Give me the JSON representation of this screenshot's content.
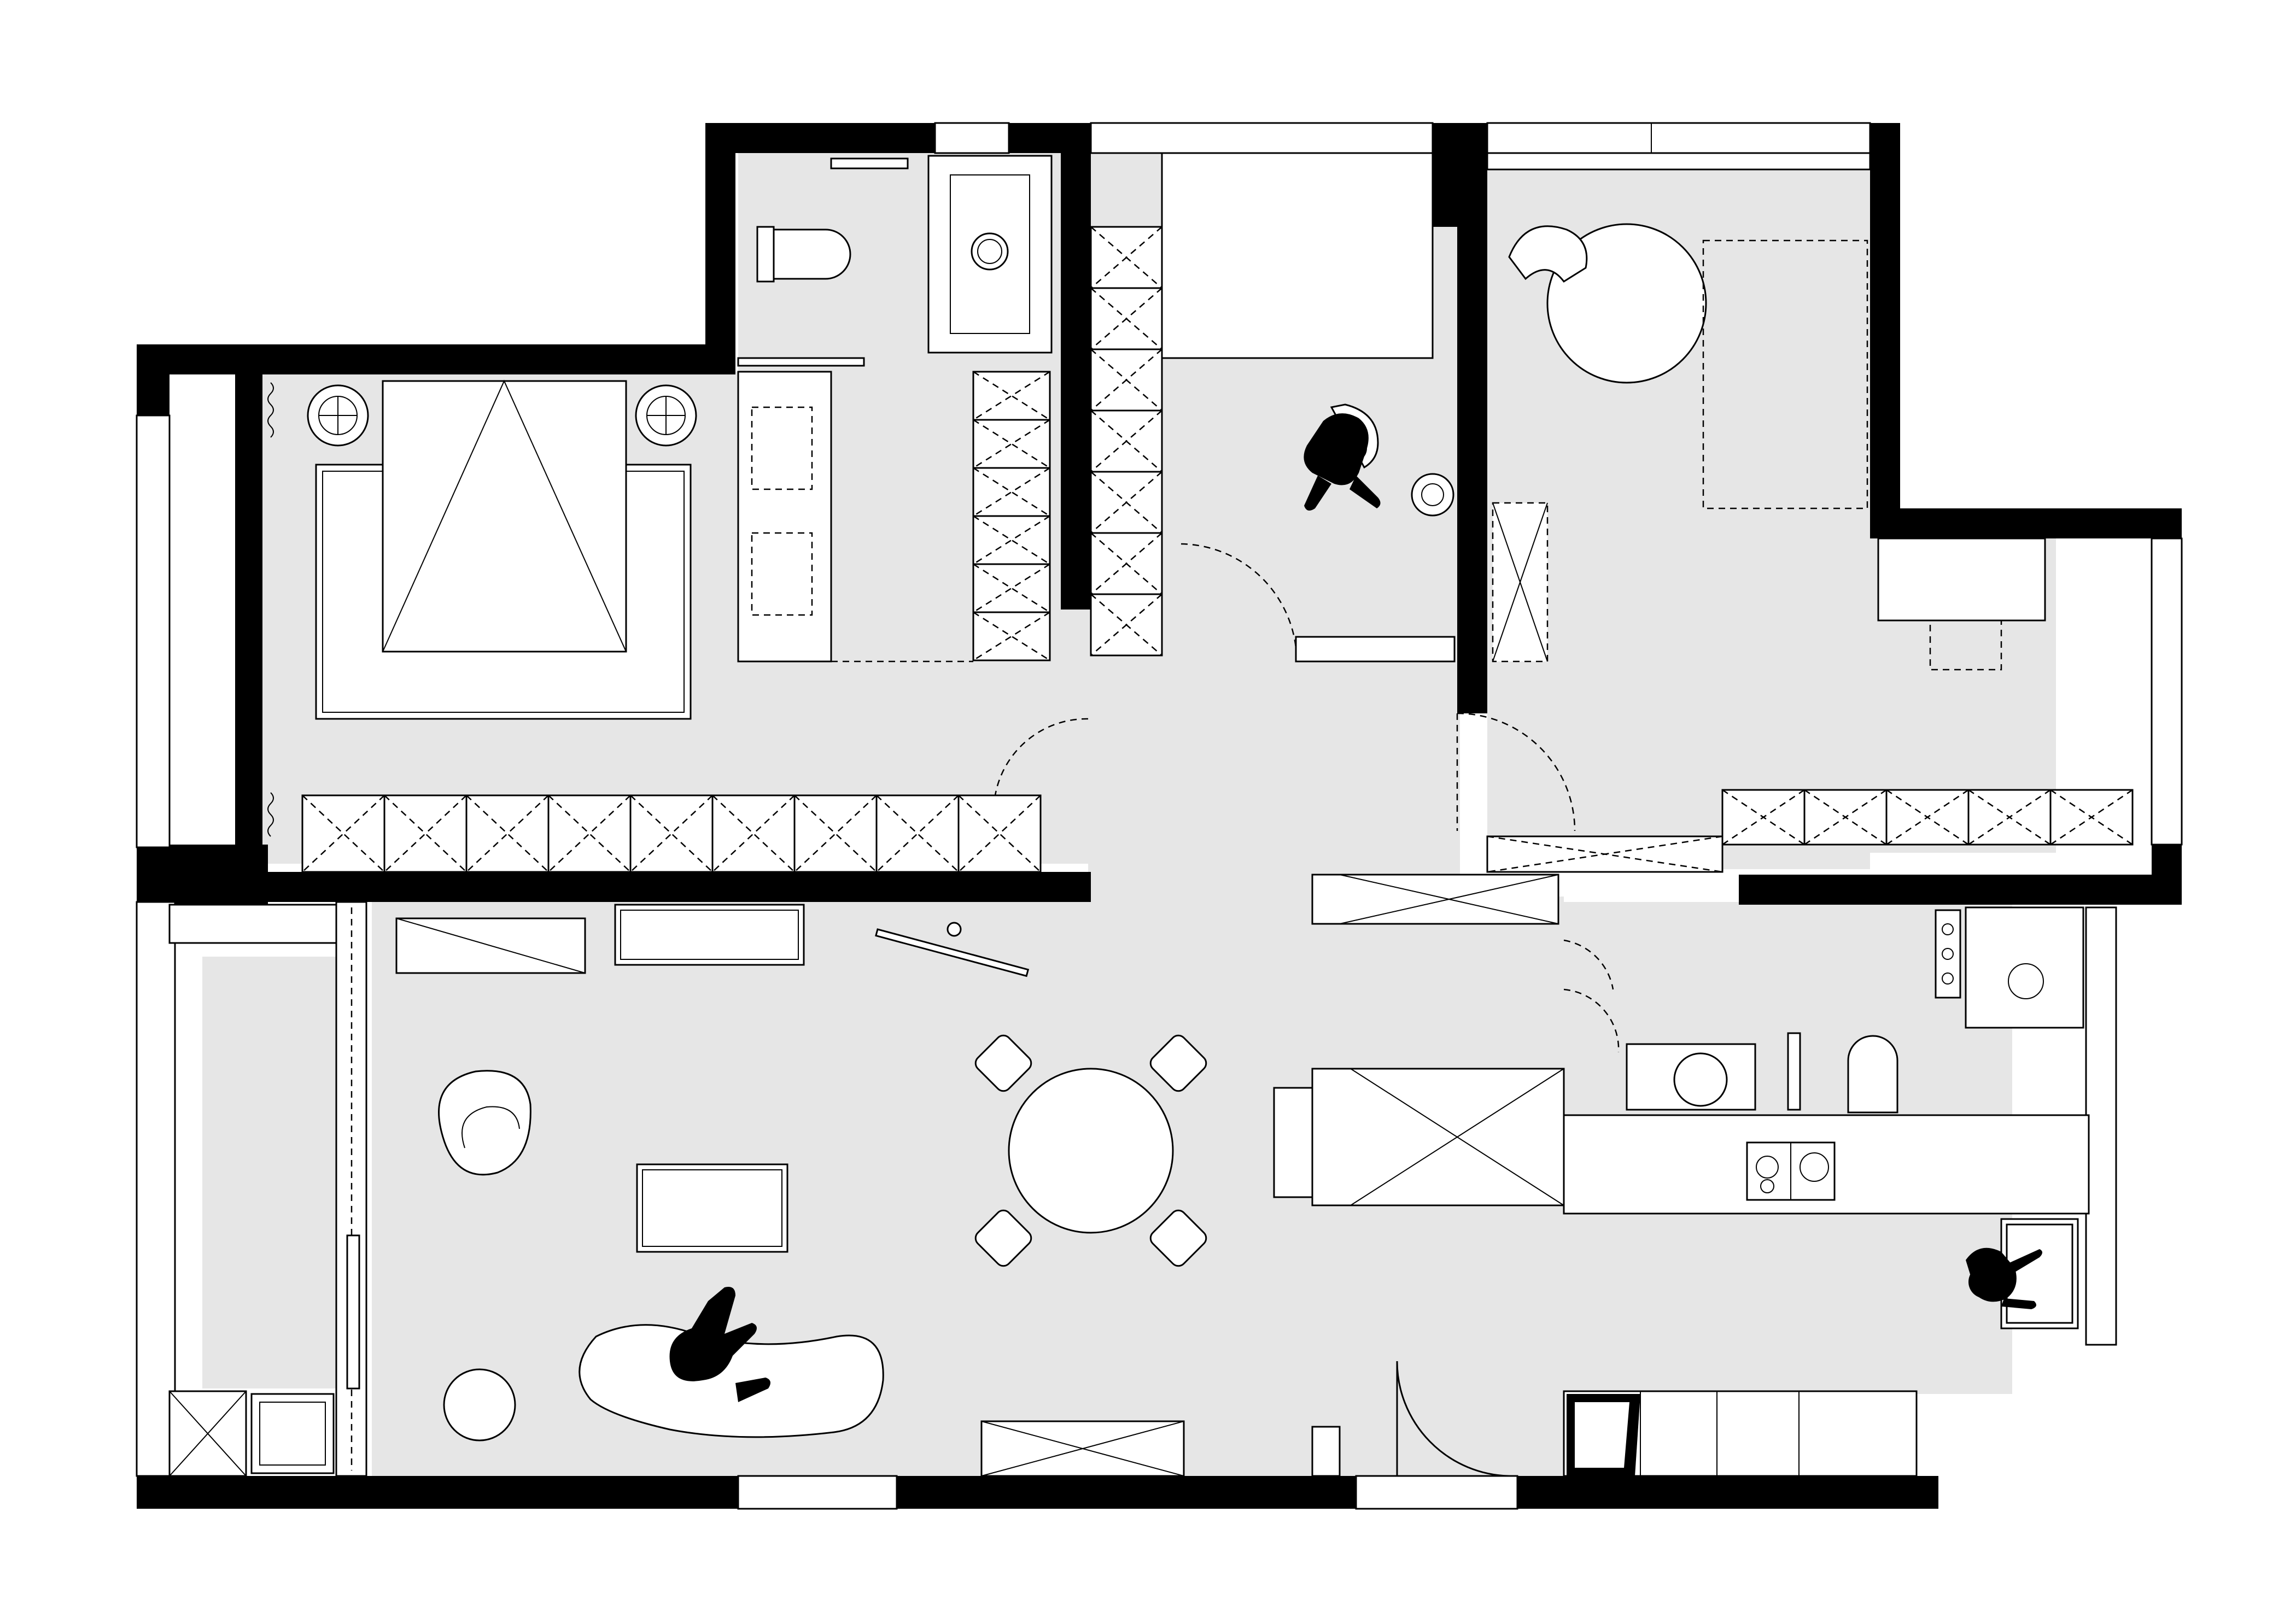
{
  "plan": {
    "kind": "residential floor plan",
    "text_labels": [],
    "colors": {
      "wall": "#000000",
      "floor": "#e6e6e6",
      "furniture": "#ffffff",
      "line": "#000000"
    },
    "rooms": [
      "master-bedroom",
      "bathroom",
      "laundry-closet",
      "study",
      "kids-bedroom",
      "living-room",
      "dining-area",
      "kitchen",
      "powder-room",
      "entry-hall",
      "corridor",
      "balcony"
    ],
    "icons": [
      "bed-icon",
      "nightstand-lamp-icon",
      "toilet-icon",
      "washing-machine-icon",
      "armchair-icon",
      "round-table-icon",
      "sofa-icon",
      "cooktop-icon",
      "sink-icon",
      "person-silhouette-icon",
      "wardrobe-icon",
      "door-swing-icon"
    ]
  }
}
